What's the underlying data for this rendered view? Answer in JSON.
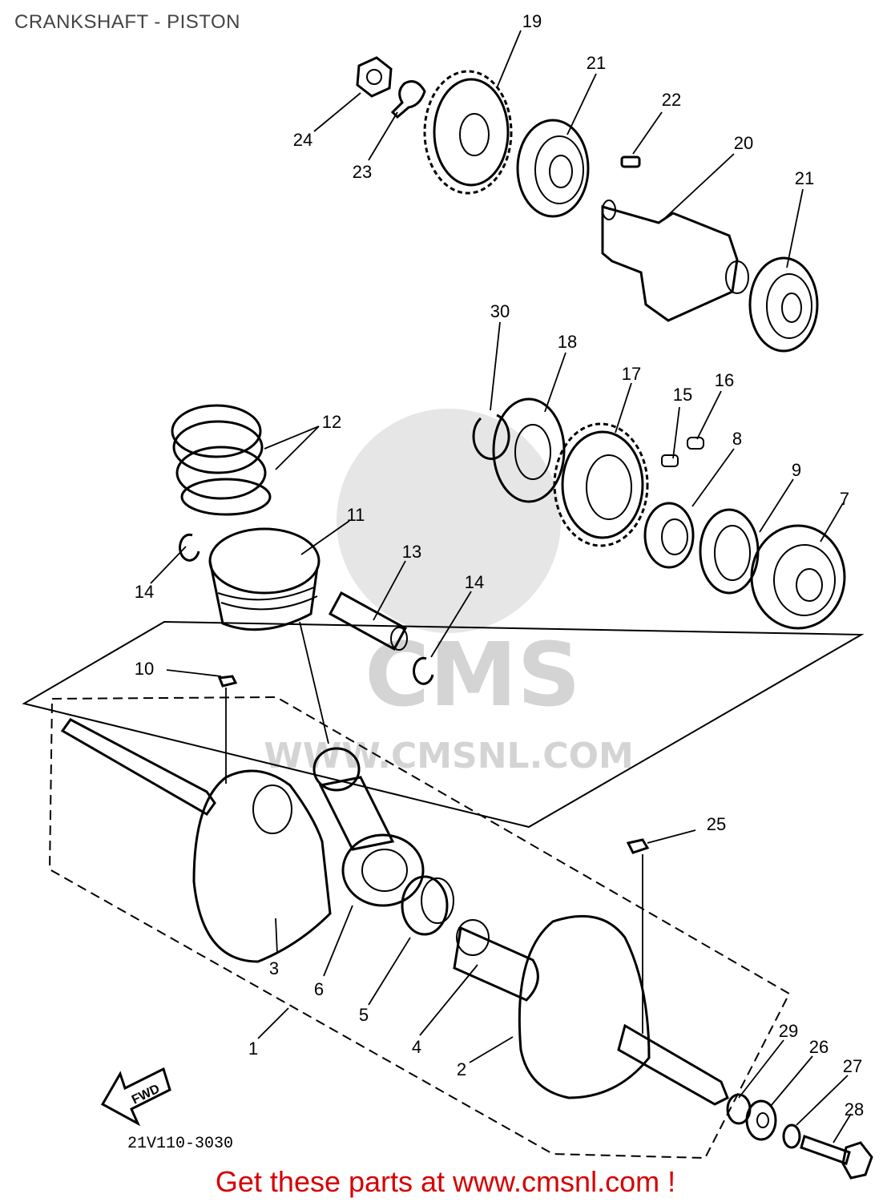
{
  "title": "CRANKSHAFT - PISTON",
  "diagram_code": "21V110-3030",
  "fwd_label": "FWD",
  "watermark": {
    "brand": "CMS",
    "site": "WWW.CMSNL.COM"
  },
  "footer": "Get these parts at www.cmsnl.com !",
  "parts": [
    {
      "id": "label-1",
      "text": "1"
    },
    {
      "id": "label-2",
      "text": "2"
    },
    {
      "id": "label-3",
      "text": "3"
    },
    {
      "id": "label-4",
      "text": "4"
    },
    {
      "id": "label-5",
      "text": "5"
    },
    {
      "id": "label-6",
      "text": "6"
    },
    {
      "id": "label-7",
      "text": "7"
    },
    {
      "id": "label-8",
      "text": "8"
    },
    {
      "id": "label-9",
      "text": "9"
    },
    {
      "id": "label-10",
      "text": "10"
    },
    {
      "id": "label-11",
      "text": "11"
    },
    {
      "id": "label-12",
      "text": "12"
    },
    {
      "id": "label-13",
      "text": "13"
    },
    {
      "id": "label-14a",
      "text": "14"
    },
    {
      "id": "label-14b",
      "text": "14"
    },
    {
      "id": "label-15",
      "text": "15"
    },
    {
      "id": "label-16",
      "text": "16"
    },
    {
      "id": "label-17",
      "text": "17"
    },
    {
      "id": "label-18",
      "text": "18"
    },
    {
      "id": "label-19",
      "text": "19"
    },
    {
      "id": "label-20",
      "text": "20"
    },
    {
      "id": "label-21a",
      "text": "21"
    },
    {
      "id": "label-21b",
      "text": "21"
    },
    {
      "id": "label-22",
      "text": "22"
    },
    {
      "id": "label-23",
      "text": "23"
    },
    {
      "id": "label-24",
      "text": "24"
    },
    {
      "id": "label-25",
      "text": "25"
    },
    {
      "id": "label-26",
      "text": "26"
    },
    {
      "id": "label-27",
      "text": "27"
    },
    {
      "id": "label-28",
      "text": "28"
    },
    {
      "id": "label-29",
      "text": "29"
    },
    {
      "id": "label-30",
      "text": "30"
    }
  ]
}
